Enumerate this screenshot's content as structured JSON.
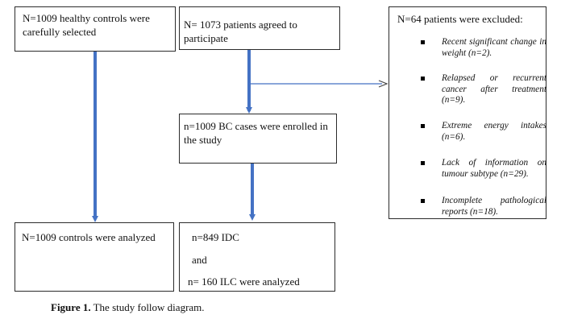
{
  "boxes": {
    "healthy_controls": "N=1009 healthy controls were carefully selected",
    "patients_agreed": "N= 1073 patients agreed to participate",
    "bc_enrolled": "n=1009 BC cases were enrolled in the study",
    "controls_analyzed": "N=1009 controls were analyzed",
    "idc": "n=849 IDC",
    "and": "and",
    "ilc": "n= 160 ILC were analyzed"
  },
  "excluded": {
    "title": "N=64 patients were excluded:",
    "items": [
      "Recent significant change in weight (n=2).",
      "Relapsed or recurrent cancer after treatment (n=9).",
      "Extreme energy intakes (n=6).",
      "Lack of information on tumour subtype (n=29).",
      "Incomplete pathological reports (n=18)."
    ]
  },
  "caption": {
    "label": "Figure 1.",
    "text": "The study follow diagram."
  },
  "colors": {
    "arrow": "#4472c4",
    "border": "#2b2b2b"
  }
}
